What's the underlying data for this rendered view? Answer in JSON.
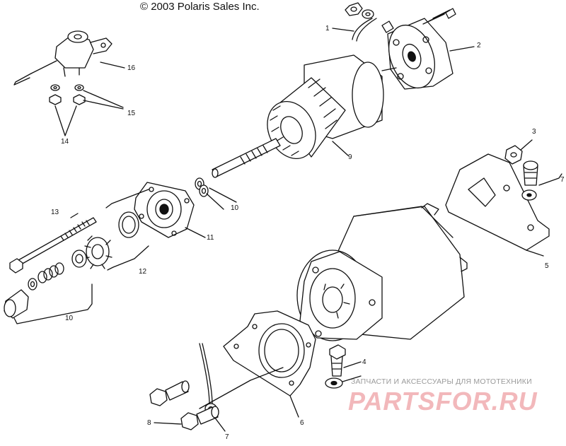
{
  "header": {
    "copyright": "© 2003 Polaris Sales Inc."
  },
  "callouts": {
    "c1": "1",
    "c2": "2",
    "c3": "3",
    "c4": "4",
    "c5": "5",
    "c6": "6",
    "c7a": "7",
    "c7b": "7",
    "c8": "8",
    "c9": "9",
    "c10a": "10",
    "c10b": "10",
    "c11": "11",
    "c12": "12",
    "c13": "13",
    "c14": "14",
    "c15": "15",
    "c16": "16"
  },
  "watermark": {
    "tagline": "ЗАПЧАСТИ И АКСЕССУАРЫ ДЛЯ МОТОТЕХНИКИ",
    "logo": "PARTSFOR.RU"
  },
  "colors": {
    "line": "#111111",
    "watermark_logo": "#f2b8bb",
    "watermark_text": "#9a9a9a"
  }
}
